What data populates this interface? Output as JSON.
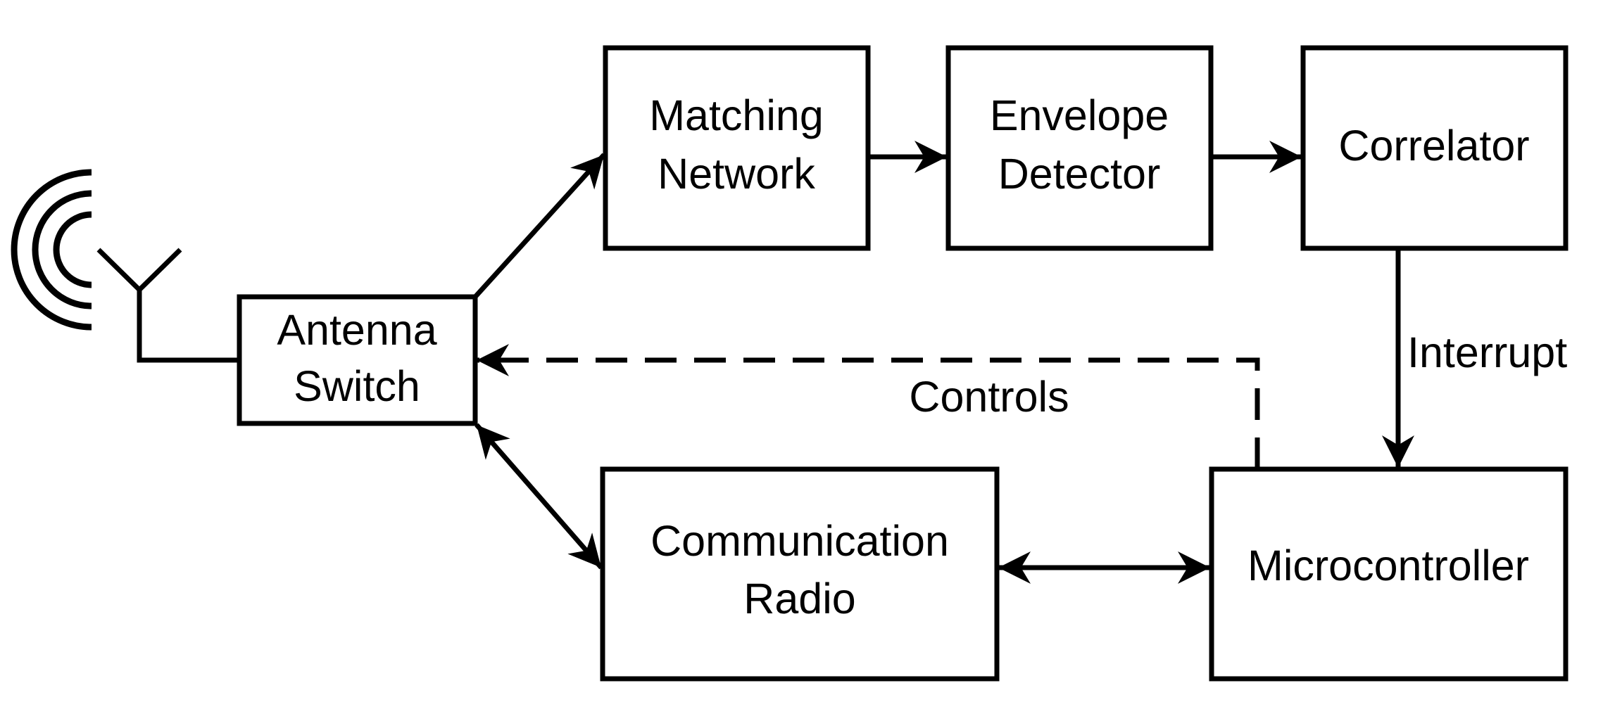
{
  "colors": {
    "stroke": "#000000",
    "background": "#ffffff"
  },
  "blocks": {
    "antenna_switch": {
      "line1": "Antenna",
      "line2": "Switch"
    },
    "matching_network": {
      "line1": "Matching",
      "line2": "Network"
    },
    "envelope_detector": {
      "line1": "Envelope",
      "line2": "Detector"
    },
    "correlator": {
      "label": "Correlator"
    },
    "communication_radio": {
      "line1": "Communication",
      "line2": "Radio"
    },
    "microcontroller": {
      "label": "Microcontroller"
    }
  },
  "edge_labels": {
    "interrupt": "Interrupt",
    "controls": "Controls"
  },
  "icons": {
    "antenna": "antenna-icon",
    "signal_waves": "signal-waves-icon"
  }
}
